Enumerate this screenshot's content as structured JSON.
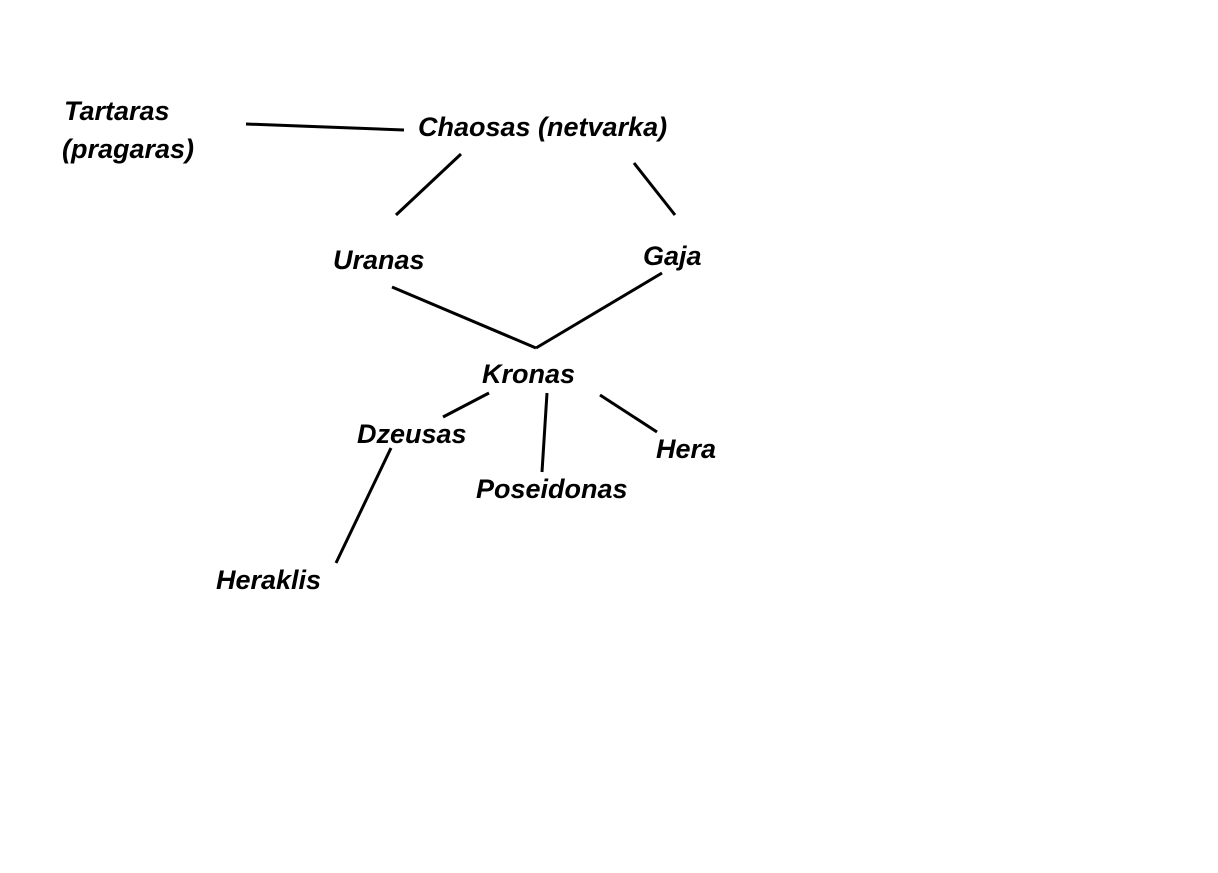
{
  "nodes": {
    "tartaras": "Tartaras",
    "tartaras_sub": "(pragaras)",
    "chaosas": "Chaosas (netvarka)",
    "uranas": "Uranas",
    "gaja": "Gaja",
    "kronas": "Kronas",
    "dzeusas": "Dzeusas",
    "poseidonas": "Poseidonas",
    "hera": "Hera",
    "heraklis": "Heraklis"
  }
}
